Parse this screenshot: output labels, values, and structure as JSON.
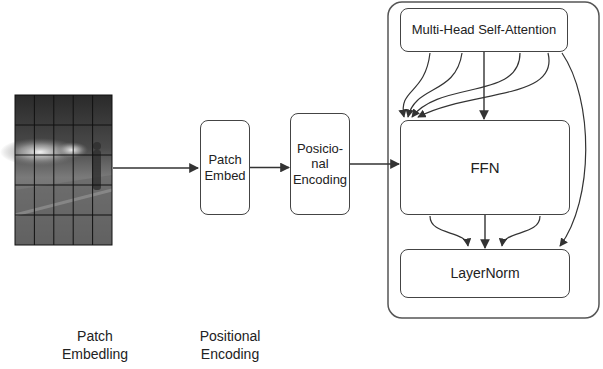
{
  "diagram": {
    "nodes": [
      {
        "text": [
          "Patch Embed"
        ]
      },
      {
        "text": [
          "Posicio- nal Encoding"
        ]
      },
      {
        "text": [
          "Multi-Head Self-Attention"
        ]
      },
      {
        "text": [
          "FFN"
        ]
      },
      {
        "text": [
          "LayerNorm"
        ]
      }
    ],
    "edges": [
      {
        "from": 0,
        "to": 1,
        "arrow": "to"
      },
      {
        "from": 1,
        "to": 3,
        "arrow": "to"
      },
      {
        "from": 2,
        "to": 3,
        "arrow": "to"
      },
      {
        "from": 3,
        "to": 4,
        "arrow": "to"
      }
    ],
    "labels": [
      "Patch Embedling",
      "Positional Encoding"
    ]
  }
}
